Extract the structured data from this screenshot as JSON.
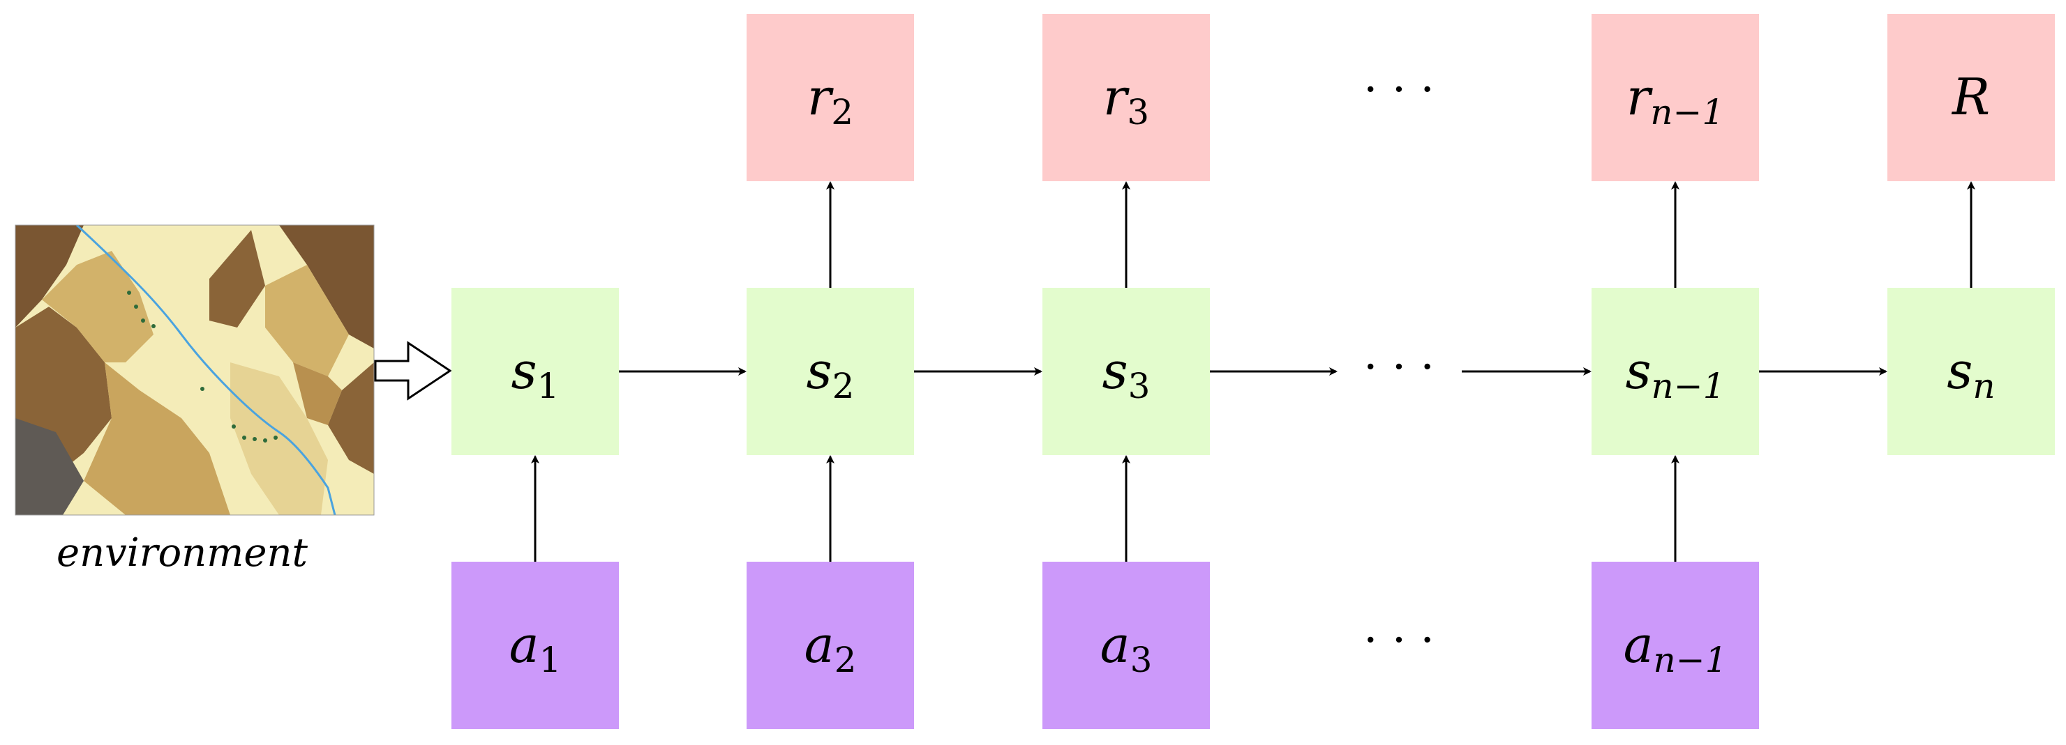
{
  "colors": {
    "state": "#e3fccd",
    "action": "#cc99fa",
    "reward": "#fecbcb",
    "arrow": "#000000",
    "terrain_light": "#f4ecb8",
    "terrain_mid": "#d2b26a",
    "terrain_dark": "#7a5632",
    "terrain_shadow": "#666460",
    "river": "#4aa3df"
  },
  "environment": {
    "label": "environment",
    "image": "hex-terrain-map"
  },
  "rewards": [
    {
      "base": "r",
      "sub": "2"
    },
    {
      "base": "r",
      "sub": "3"
    },
    {
      "base": "r",
      "sub": "n−1"
    },
    {
      "base": "R",
      "sub": ""
    }
  ],
  "states": [
    {
      "base": "s",
      "sub": "1"
    },
    {
      "base": "s",
      "sub": "2"
    },
    {
      "base": "s",
      "sub": "3"
    },
    {
      "base": "s",
      "sub": "n−1"
    },
    {
      "base": "s",
      "sub": "n"
    }
  ],
  "actions": [
    {
      "base": "a",
      "sub": "1"
    },
    {
      "base": "a",
      "sub": "2"
    },
    {
      "base": "a",
      "sub": "3"
    },
    {
      "base": "a",
      "sub": "n−1"
    }
  ],
  "ellipsis": "· · ·"
}
